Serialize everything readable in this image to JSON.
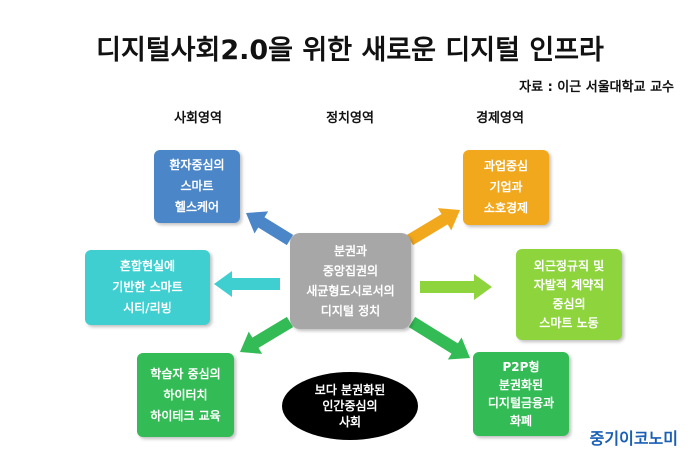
{
  "title": "디지털사회2.0을 위한 새로운 디지털 인프라",
  "source": "자료 : 이근 서울대학교 교수",
  "sections": {
    "social": "사회영역",
    "political": "정치영역",
    "economic": "경제영역"
  },
  "center": {
    "lines": [
      "분권과",
      "중앙집권의",
      "새균형도시로서의",
      "디지털 정치"
    ]
  },
  "bottom_oval": {
    "lines": [
      "보다 분권화된",
      "인간중심의",
      "사회"
    ]
  },
  "left_boxes": [
    {
      "lines": [
        "환자중심의",
        "스마트",
        "헬스케어"
      ],
      "color": "#4a86c8"
    },
    {
      "lines": [
        "혼합현실에",
        "기반한 스마트",
        "시티/리빙"
      ],
      "color": "#3fcfd0"
    },
    {
      "lines": [
        "학습자 중심의",
        "하이터치",
        "하이테크 교육"
      ],
      "color": "#33bb55"
    }
  ],
  "right_boxes": [
    {
      "lines": [
        "과업중심",
        "기업과",
        "소호경제"
      ],
      "color": "#f2a81d"
    },
    {
      "lines": [
        "외근정규직 및",
        "자발적 계약직",
        "중심의",
        "스마트 노동"
      ],
      "color": "#8ed43c"
    },
    {
      "lines": [
        "P2P형",
        "분권화된",
        "디지털금융과",
        "화폐"
      ],
      "color": "#33bb55"
    }
  ],
  "arrow_colors": {
    "upper_left": "#4a86c8",
    "middle_left": "#3fcfd0",
    "lower_left": "#33bb55",
    "upper_right": "#f2a81d",
    "middle_right": "#8ed43c",
    "lower_right": "#33bb55"
  },
  "logo": "중기이코노미"
}
